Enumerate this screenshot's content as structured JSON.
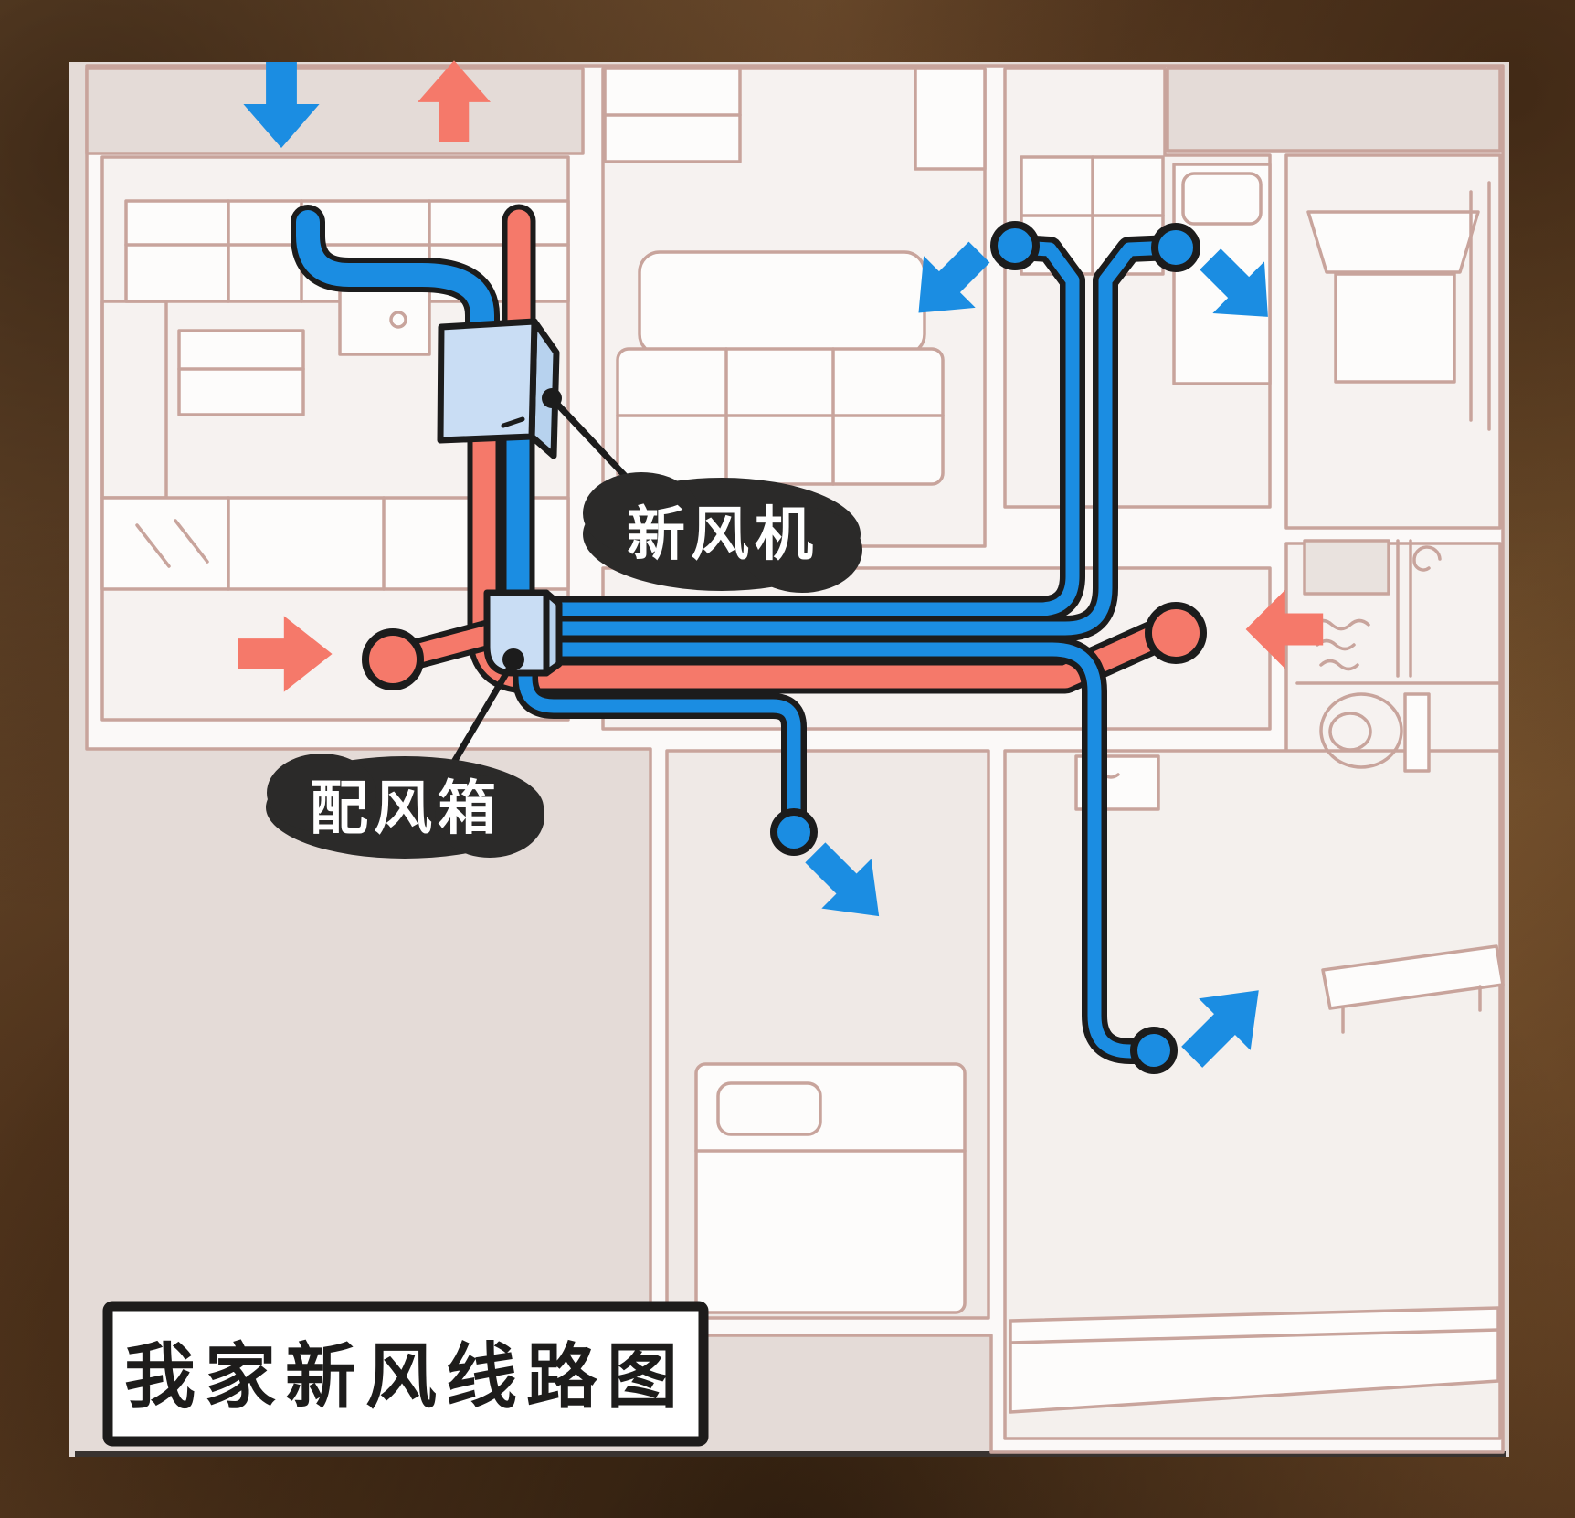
{
  "scene": {
    "description": "Hand-drawn apartment floor plan showing fresh-air (ERV) duct routing",
    "language": "zh-CN"
  },
  "title_box": {
    "text": "我家新风线路图"
  },
  "callouts": {
    "fresh_air_unit": {
      "text": "新风机"
    },
    "air_distribution_box": {
      "text": "配风箱"
    }
  },
  "flows": {
    "supply": {
      "pipe_color": "#1b8de2",
      "outlet_circle_count": 4,
      "outdoor_intake_arrow": "down"
    },
    "exhaust": {
      "pipe_color": "#f5796a",
      "inlet_ball_count": 2,
      "outdoor_outlet_arrow": "up"
    }
  },
  "arrows": [
    {
      "name": "outdoor-fresh-air-intake",
      "color": "blue",
      "direction": "down",
      "area": "top balcony"
    },
    {
      "name": "outdoor-exhaust-outlet",
      "color": "red",
      "direction": "up",
      "area": "top balcony"
    },
    {
      "name": "living-room-supply",
      "color": "blue",
      "direction": "down-left",
      "area": "living room"
    },
    {
      "name": "bedroom-top-right-supply",
      "color": "blue",
      "direction": "down-right",
      "area": "top-right bedroom"
    },
    {
      "name": "kitchen-exhaust-pickup",
      "color": "red",
      "direction": "right",
      "area": "kitchen / dining"
    },
    {
      "name": "bathroom-exhaust-pickup",
      "color": "red",
      "direction": "left",
      "area": "bathroom hallway"
    },
    {
      "name": "bedroom-bottom-center-supply",
      "color": "blue",
      "direction": "down-right",
      "area": "bottom-center bedroom"
    },
    {
      "name": "bedroom-bottom-right-supply",
      "color": "blue",
      "direction": "up-right",
      "area": "bottom-right bedroom"
    }
  ],
  "colors": {
    "frame-brown": "#6a4a2b",
    "card-bg": "#e4dbd7",
    "room-fill": "#f6f2f0",
    "room-fill-dim": "#efe9e6",
    "plan-line": "#c8a49c",
    "pipe-blue": "#1b8de2",
    "pipe-red": "#f5796a",
    "pipe-outline": "#1c1c1c",
    "box-fill": "#c9ddf4",
    "box-side": "#b7d2ee",
    "bubble-fill": "#2b2a29",
    "bubble-text": "#ffffff",
    "title-ink": "#1d1c1b"
  }
}
